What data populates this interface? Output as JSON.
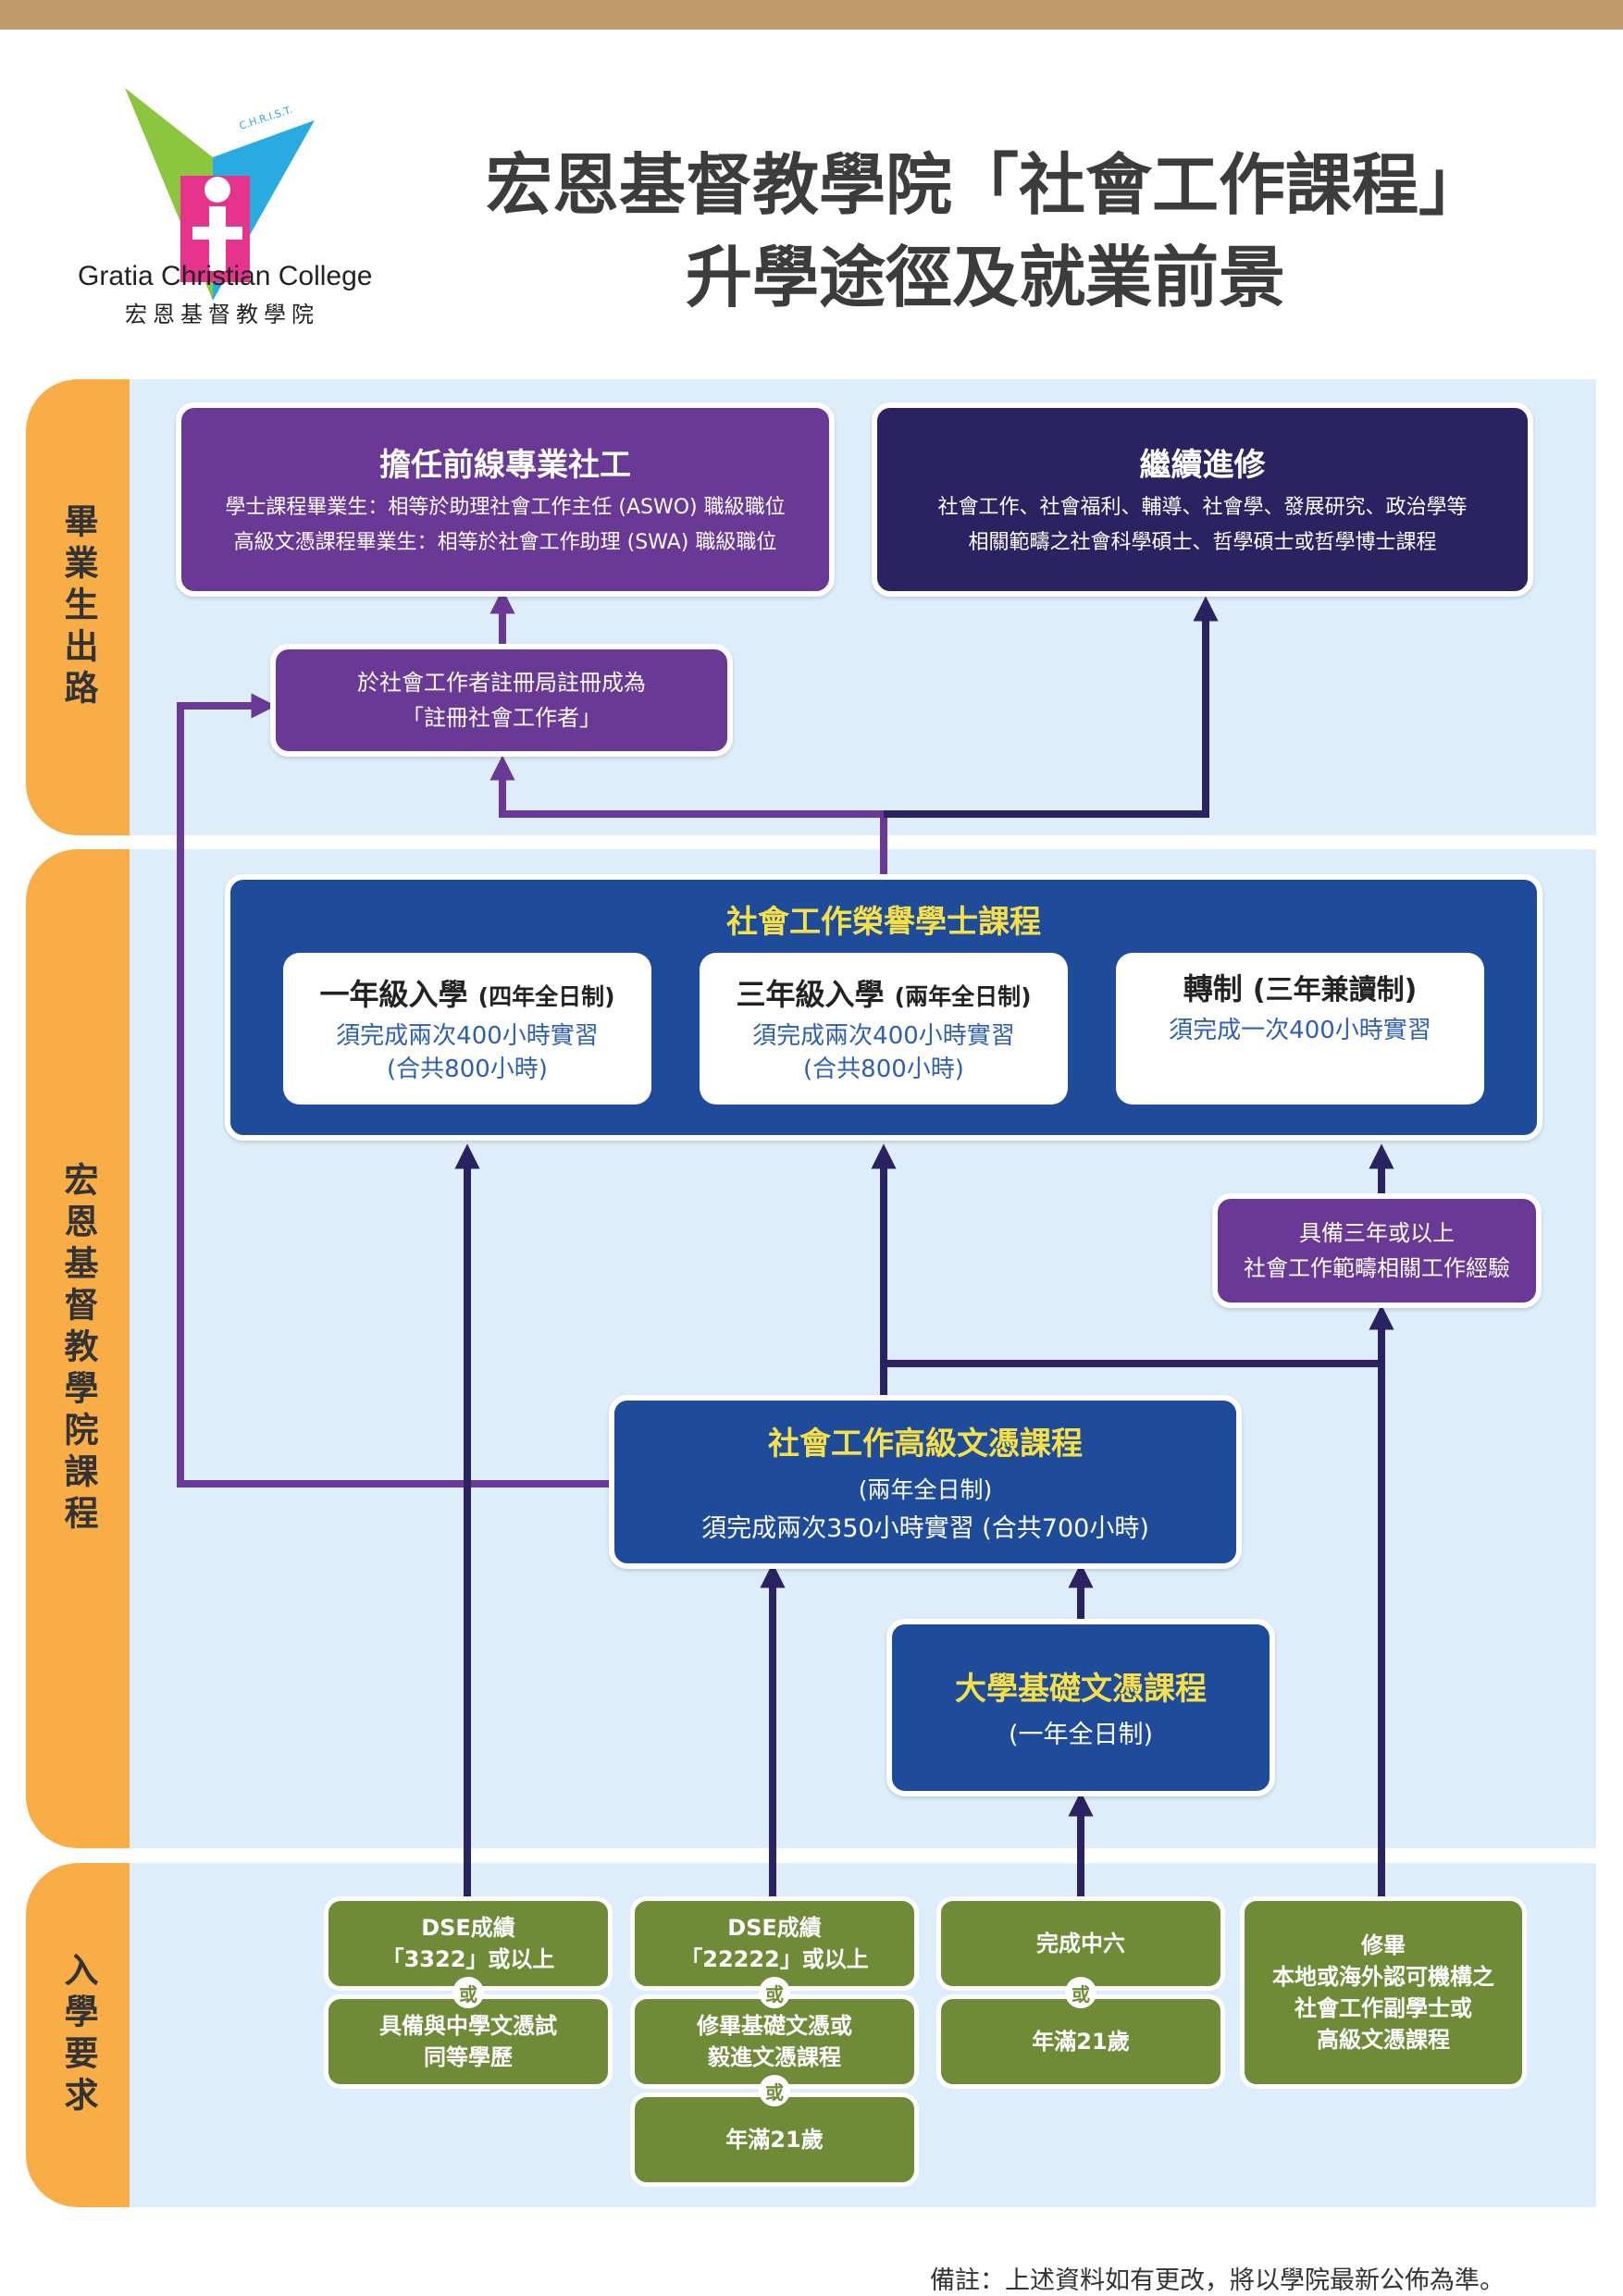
{
  "header": {
    "logo_en": "Gratia Christian College",
    "logo_zh": "宏恩基督教學院",
    "logo_mark": "C.H.R.I.S.T.",
    "title_line1": "宏恩基督教學院「社會工作課程」",
    "title_line2": "升學途徑及就業前景"
  },
  "sections": {
    "outcomes": "畢業生出路",
    "programmes": "宏恩基督教學院課程",
    "entry": "入學要求"
  },
  "outcomes": {
    "frontline": {
      "title": "擔任前線專業社工",
      "line1": "學士課程畢業生：相等於助理社會工作主任 (ASWO) 職級職位",
      "line2": "高級文憑課程畢業生：相等於社會工作助理 (SWA) 職級職位"
    },
    "further": {
      "title": "繼續進修",
      "line1": "社會工作、社會福利、輔導、社會學、發展研究、政治學等",
      "line2": "相關範疇之社會科學碩士、哲學碩士或哲學博士課程"
    },
    "registered": {
      "line1": "於社會工作者註冊局註冊成為",
      "line2": "「註冊社會工作者」"
    }
  },
  "bachelor": {
    "title": "社會工作榮譽學士課程",
    "options": [
      {
        "title": "一年級入學",
        "mode": "(四年全日制)",
        "line1": "須完成兩次400小時實習",
        "line2": "(合共800小時)"
      },
      {
        "title": "三年級入學",
        "mode": "(兩年全日制)",
        "line1": "須完成兩次400小時實習",
        "line2": "(合共800小時)"
      },
      {
        "title": "轉制",
        "mode": "(三年兼讀制)",
        "line1": "須完成一次400小時實習",
        "line2": ""
      }
    ]
  },
  "experience": {
    "line1": "具備三年或以上",
    "line2": "社會工作範疇相關工作經驗"
  },
  "higher_diploma": {
    "title": "社會工作高級文憑課程",
    "mode": "(兩年全日制)",
    "detail": "須完成兩次350小時實習 (合共700小時)"
  },
  "foundation": {
    "title": "大學基礎文憑課程",
    "mode": "(一年全日制)"
  },
  "entry": {
    "or_label": "或",
    "col1_top_l1": "DSE成績",
    "col1_top_l2": "「3322」或以上",
    "col1_bottom_l1": "具備與中學文憑試",
    "col1_bottom_l2": "同等學歷",
    "col2_top_l1": "DSE成績",
    "col2_top_l2": "「22222」或以上",
    "col2_mid_l1": "修畢基礎文憑或",
    "col2_mid_l2": "毅進文憑課程",
    "col2_bottom": "年滿21歲",
    "col3_top": "完成中六",
    "col3_bottom": "年滿21歲",
    "col4_l1": "修畢",
    "col4_l2": "本地或海外認可機構之",
    "col4_l3": "社會工作副學士或",
    "col4_l4": "高級文憑課程"
  },
  "footer": {
    "note": "備註：上述資料如有更改，將以學院最新公佈為準。"
  },
  "colors": {
    "accent_brown": "#c19a6b",
    "side_orange": "#f9ad47",
    "band_blue": "#ddeefa",
    "purple": "#6a3995",
    "navy": "#2b2262",
    "blue": "#1e4b9a",
    "green": "#6f8b37",
    "yellow_text": "#f6e04a"
  }
}
